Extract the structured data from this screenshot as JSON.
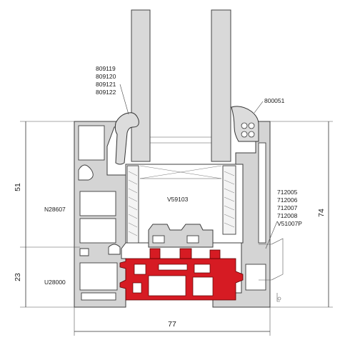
{
  "labels": {
    "glazing_bead_codes": [
      "809119",
      "809120",
      "809121",
      "809122"
    ],
    "outer_gasket_code": "800051",
    "frame_code": "N28607",
    "sill_code": "U28000",
    "spacer_code": "V59103",
    "drainage_codes": [
      "712005",
      "712006",
      "712007",
      "712008",
      "V51007P"
    ]
  },
  "dimensions": {
    "upper_height": "51",
    "lower_height": "23",
    "total_height": "74",
    "total_width": "77"
  },
  "colors": {
    "thermal_break": "#d61b23",
    "profile_fill": "#d4d4d4",
    "outline": "#3c3c3c"
  }
}
